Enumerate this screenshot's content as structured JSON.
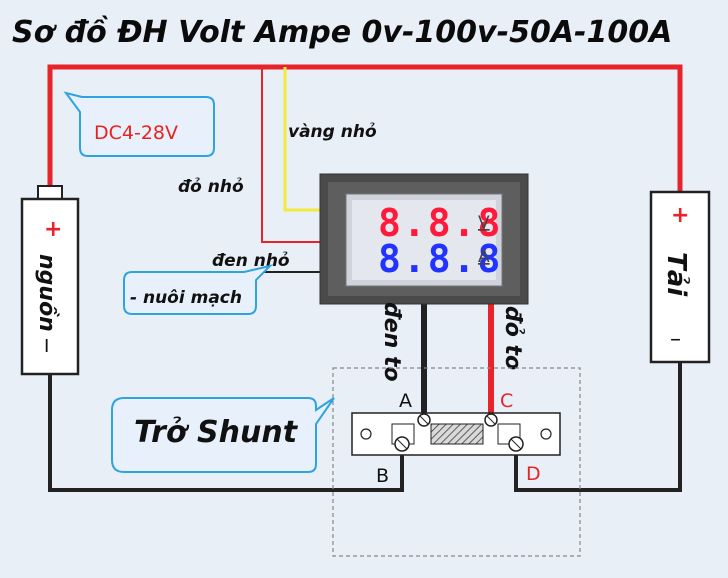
{
  "title": "Sơ đồ ĐH Volt Ampe 0v-100v-50A-100A",
  "labels": {
    "dc_range": "DC4-28V",
    "yellow_small": "vàng nhỏ",
    "red_small": "đỏ nhỏ",
    "black_small": "đen nhỏ",
    "power_circuit": "- nuôi mạch",
    "black_big": "đen to",
    "red_big": "đỏ to",
    "shunt": "Trở Shunt"
  },
  "source": {
    "label": "nguồn",
    "plus": "+",
    "minus": "I"
  },
  "load": {
    "label": "Tải",
    "plus": "+",
    "minus": "–"
  },
  "meter": {
    "volt_display": "8.8.8",
    "amp_display": "8.8.8",
    "volt_unit": "V",
    "amp_unit": "A"
  },
  "points": {
    "a": "A",
    "b": "B",
    "c": "C",
    "d": "D"
  },
  "colors": {
    "red_wire": "#e8232a",
    "yellow_wire": "#f2ea3a",
    "black_wire": "#222222",
    "callout_border": "#2ea3e0",
    "callout_fill": "#e8f1fb"
  }
}
